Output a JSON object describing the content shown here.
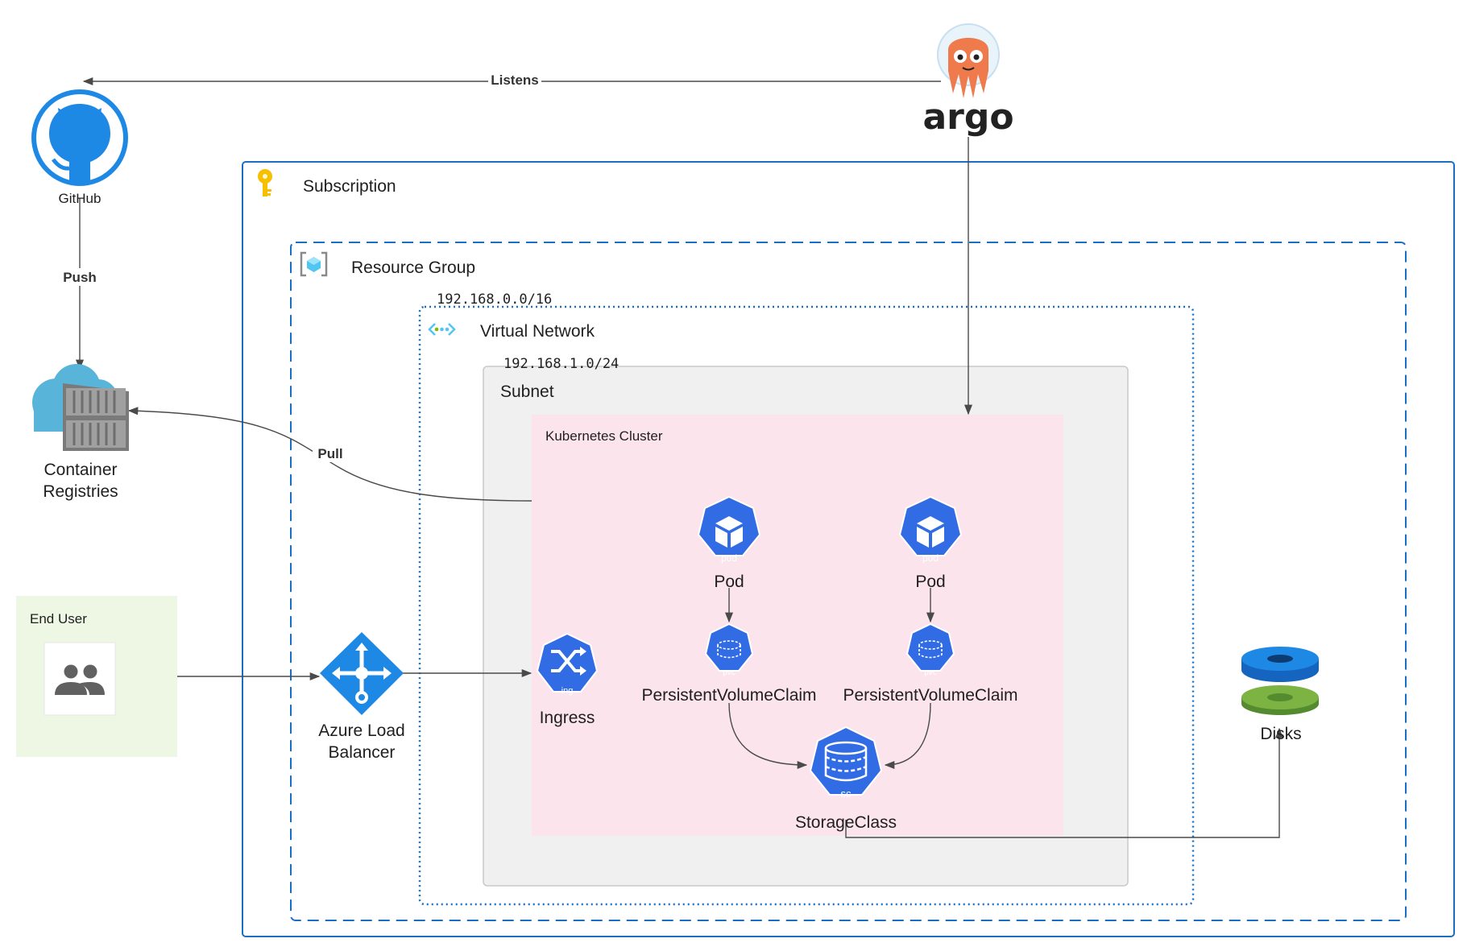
{
  "containers": {
    "subscription": "Subscription",
    "resource_group": "Resource Group",
    "vnet_cidr": "192.168.0.0/16",
    "virtual_network": "Virtual Network",
    "subnet_cidr": "192.168.1.0/24",
    "subnet": "Subnet",
    "cluster": "Kubernetes Cluster",
    "end_user": "End User"
  },
  "nodes": {
    "github": "GitHub",
    "argo": "argo",
    "registry_line1": "Container",
    "registry_line2": "Registries",
    "load_balancer_line1": "Azure Load",
    "load_balancer_line2": "Balancer",
    "ingress": "Ingress",
    "ingress_badge": "ing",
    "pod1": "Pod",
    "pod2": "Pod",
    "pod_badge": "pod",
    "pvc1": "PersistentVolumeClaim",
    "pvc2": "PersistentVolumeClaim",
    "pvc_badge": "pvc",
    "storage_class": "StorageClass",
    "sc_badge": "sc",
    "disks": "Disks"
  },
  "edges": {
    "listens": "Listens",
    "push": "Push",
    "pull": "Pull"
  },
  "colors": {
    "azure_border": "#1a6fc4",
    "k8s_blue": "#326ce5",
    "cluster_fill": "#fce4ec",
    "subnet_fill": "#f0f0f0",
    "end_user_fill": "#eef6e4",
    "argo_orange": "#ef7b4d",
    "disk_blue": "#1e88e5",
    "disk_green": "#7cb342"
  }
}
